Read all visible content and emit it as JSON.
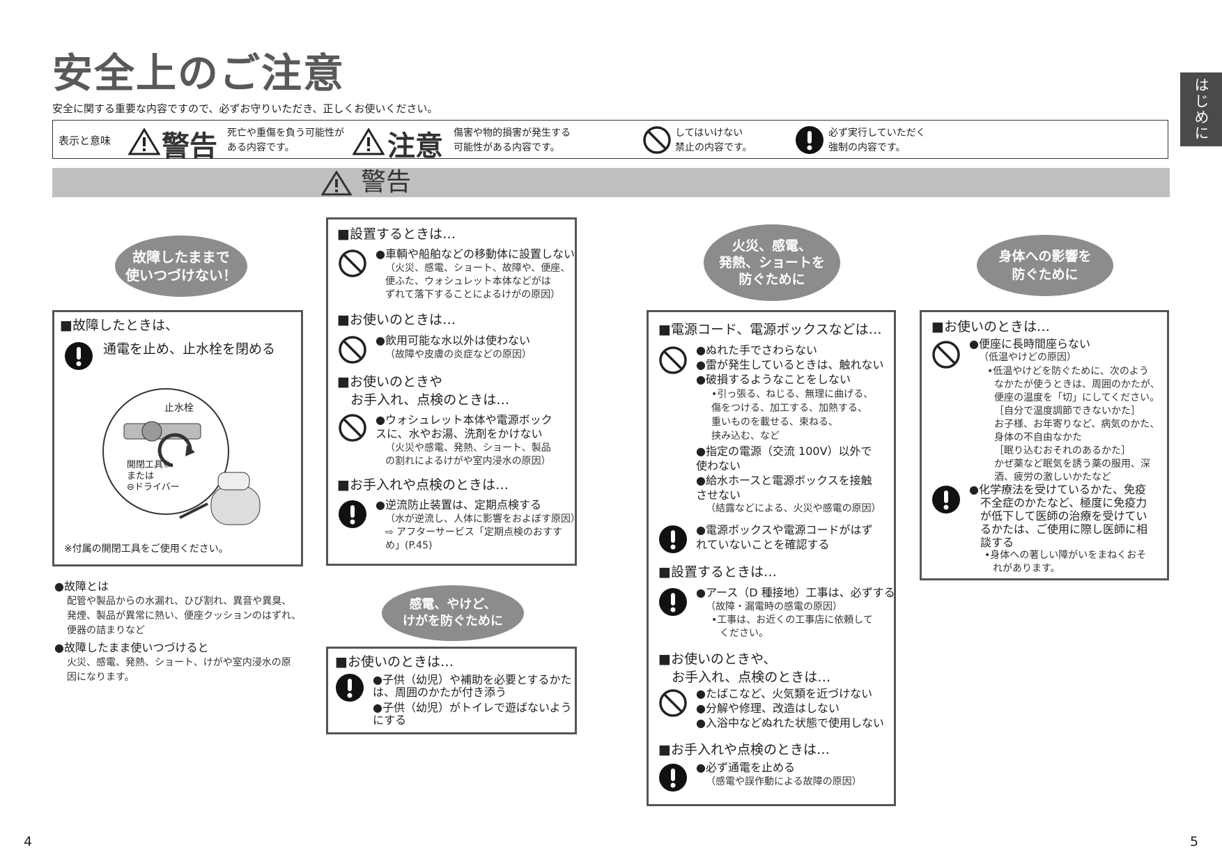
{
  "page": {
    "title": "安全上のご注意",
    "subtitle": "安全に関する重要な内容ですので、必ずお守りいただき、正しくお使いください。",
    "side_tab": "はじめに",
    "page_left": "4",
    "page_right": "5"
  },
  "legend": {
    "label": "表示と意味",
    "warning_word": "警告",
    "warning_desc1": "死亡や重傷を負う可能性が",
    "warning_desc2": "ある内容です。",
    "caution_word": "注意",
    "caution_desc1": "傷害や物的損害が発生する",
    "caution_desc2": "可能性がある内容です。",
    "prohibit_desc1": "してはいけない",
    "prohibit_desc2": "禁止の内容です。",
    "mandatory_desc1": "必ず実行していただく",
    "mandatory_desc2": "強制の内容です。"
  },
  "banner": {
    "text": "警告"
  },
  "col1": {
    "oval": [
      "故障したままで",
      "使いつづけない！"
    ],
    "head": "■故障したときは、",
    "action": "通電を止め、止水栓を閉める",
    "fig_stopcock": "止水栓",
    "fig_tool": [
      "開閉工具※",
      "または",
      "⊖ドライバー"
    ],
    "footnote": "※付属の開閉工具をご使用ください。",
    "def_head": "●故障とは",
    "def_lines": [
      "配管や製品からの水漏れ、ひび割れ、異音や異臭、",
      "発煙、製品が異常に熱い、便座クッションのはずれ、",
      "便器の詰まりなど"
    ],
    "cont_head": "●故障したまま使いつづけると",
    "cont_lines": [
      "火災、感電、発熱、ショート、けがや室内浸水の原",
      "因になります。"
    ]
  },
  "col2": {
    "s1_head": "■設置するときは…",
    "s1_item": "●車輌や船舶などの移動体に設置しない",
    "s1_sub": [
      "（火災、感電、ショート、故障や、便座、",
      "便ふた、ウォシュレット本体などがは",
      "ずれて落下することによるけがの原因）"
    ],
    "s2_head": "■お使いのときは…",
    "s2_item": "●飲用可能な水以外は使わない",
    "s2_sub": "（故障や皮膚の炎症などの原因）",
    "s3_head1": "■お使いのときや",
    "s3_head2": "お手入れ、点検のときは…",
    "s3_item": [
      "●ウォシュレット本体や電源ボック",
      "スに、水やお湯、洗剤をかけない"
    ],
    "s3_sub": [
      "（火災や感電、発熱、ショート、製品",
      "の割れによるけがや室内浸水の原因）"
    ],
    "s4_head": "■お手入れや点検のときは…",
    "s4_item": "●逆流防止装置は、定期点検する",
    "s4_sub": [
      "（水が逆流し、人体に影響をおよぼす原因）",
      "⇨ アフターサービス「定期点検のおすす",
      "め」(P.45)"
    ],
    "oval": [
      "感電、やけど、",
      "けがを防ぐために"
    ],
    "b_head": "■お使いのときは…",
    "b_item1": [
      "●子供（幼児）や補助を必要とするかた",
      "は、周囲のかたが付き添う"
    ],
    "b_item2": [
      "●子供（幼児）がトイレで遊ばないよう",
      "にする"
    ]
  },
  "col3": {
    "oval": [
      "火災、感電、",
      "発熱、ショートを",
      "防ぐために"
    ],
    "s1_head": "■電源コード、電源ボックスなどは…",
    "s1_items": [
      "●ぬれた手でさわらない",
      "●雷が発生しているときは、触れない",
      "●破損するようなことをしない"
    ],
    "s1_sub": [
      "•引っ張る、ねじる、無理に曲げる、",
      "傷をつける、加工する、加熱する、",
      "重いものを載せる、束ねる、",
      "挟み込む、など"
    ],
    "s1_item4": [
      "●指定の電源（交流 100V）以外で",
      "使わない"
    ],
    "s1_item5": [
      "●給水ホースと電源ボックスを接触",
      "させない"
    ],
    "s1_sub2": "（結露などによる、火災や感電の原因）",
    "s1_item6": [
      "●電源ボックスや電源コードがはず",
      "れていないことを確認する"
    ],
    "s2_head": "■設置するときは…",
    "s2_item": "●アース（D 種接地）工事は、必ずする",
    "s2_sub": [
      "（故障・漏電時の感電の原因）",
      "•工事は、お近くの工事店に依頼して",
      "ください。"
    ],
    "s3_head1": "■お使いのときや、",
    "s3_head2": "お手入れ、点検のときは…",
    "s3_items": [
      "●たばこなど、火気類を近づけない",
      "●分解や修理、改造はしない",
      "●入浴中などぬれた状態で使用しない"
    ],
    "s4_head": "■お手入れや点検のときは…",
    "s4_item": "●必ず通電を止める",
    "s4_sub": "（感電や誤作動による故障の原因）"
  },
  "col4": {
    "oval": [
      "身体への影響を",
      "防ぐために"
    ],
    "head": "■お使いのときは…",
    "item1": "●便座に長時間座らない",
    "item1_sub": "（低温やけどの原因）",
    "item1_detail": [
      "•低温やけどを防ぐために、次のよう",
      "なかたが使うときは、周囲のかたが、",
      "便座の温度を「切」にしてください。",
      "［自分で温度調節できないかた］",
      "お子様、お年寄りなど、病気のかた、",
      "身体の不自由なかた",
      "［眠り込むおそれのあるかた］",
      "かぜ薬など眠気を誘う薬の服用、深",
      "酒、疲労の激しいかたなど"
    ],
    "item2": [
      "●化学療法を受けているかた、免疫",
      "不全症のかたなど、極度に免疫力",
      "が低下して医師の治療を受けてい",
      "るかたは、ご使用に際し医師に相",
      "談する"
    ],
    "item2_sub": [
      "•身体への著しい障がいをまねくおそ",
      "れがあります。"
    ]
  }
}
